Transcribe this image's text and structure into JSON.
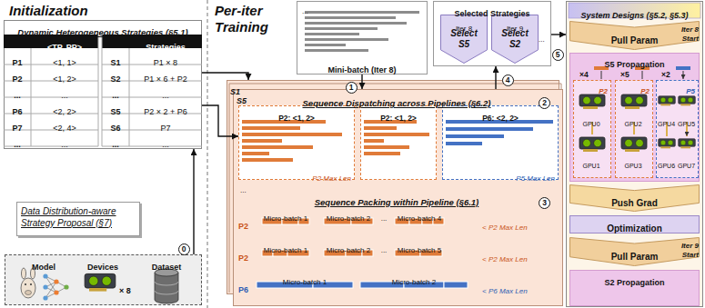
{
  "diagram": {
    "nodes": [
      {
        "text": [
          "Dynamic Heterogeneous Strategies (§5.1)"
        ]
      },
      {
        "text": [
          "Data Distribution-aware Strategy Proposal (§7)"
        ]
      },
      {
        "text": [
          "Model",
          "Devices",
          "Dataset",
          "× 8"
        ]
      },
      {
        "text": [
          "...",
          "Mini-batch (Iter 8)"
        ]
      },
      {
        "text": [
          "Selected Strategies",
          "..."
        ]
      },
      {
        "text": [
          "Iter 8",
          "Select S5"
        ],
        "in": 4
      },
      {
        "text": [
          "Iter 9",
          "Select S2"
        ],
        "in": 4
      },
      {
        "text": [
          "S1"
        ]
      },
      {
        "text": [
          "S5",
          "Sequence Dispatching across Pipelines (§6.2)",
          "Sequence Packing within Pipeline (§6.1)"
        ]
      },
      {
        "text": [
          "P2: <1, 2>",
          "P2 Max Len"
        ],
        "in": 8
      },
      {
        "text": [
          "P2: <1, 2>"
        ],
        "in": 8
      },
      {
        "text": [
          "P6: <2, 2>",
          "P5 Max Len"
        ],
        "in": 8
      },
      {
        "text": [
          "System Designs (§5.2, §5.3)"
        ]
      },
      {
        "text": [
          "Pull Param"
        ],
        "in": 12
      },
      {
        "text": [
          "S5 Propagation"
        ],
        "in": 12
      },
      {
        "text": [
          "P2",
          "GPU0",
          "GPU1"
        ],
        "in": 14
      },
      {
        "text": [
          "P2",
          "GPU2",
          "GPU3"
        ],
        "in": 14
      },
      {
        "text": [
          "P5",
          "GPU4",
          "GPU5",
          "GPU6",
          "GPU7"
        ],
        "in": 14
      },
      {
        "text": [
          "Push Grad"
        ],
        "in": 12
      },
      {
        "text": [
          "Optimization"
        ],
        "in": 12
      },
      {
        "text": [
          "Pull Param"
        ],
        "in": 12
      },
      {
        "text": [
          "S2 Propagation"
        ],
        "in": 12
      }
    ],
    "edges": [
      {
        "from": 2,
        "to": 0,
        "arrow": "to",
        "label": "0"
      },
      {
        "from": 0,
        "to": 7,
        "arrow": "to"
      },
      {
        "from": 0,
        "to": 9,
        "arrow": "to"
      },
      {
        "from": 3,
        "to": 8,
        "arrow": "to",
        "label": "1"
      },
      {
        "from": 8,
        "to": 4,
        "arrow": "to",
        "label": "4"
      },
      {
        "from": 4,
        "to": 12,
        "arrow": "to",
        "label": "5"
      }
    ],
    "labels": [
      "Initialization",
      "Per-iter Training",
      "<TP, PP>",
      "Strategies",
      "P1",
      "<1, 1>",
      "S1",
      "P1 × 8",
      "P2",
      "<1, 2>",
      "S2",
      "P1 × 6 + P2",
      "...",
      "...",
      "...",
      "...",
      "P6",
      "<2, 2>",
      "S5",
      "P2 × 2 + P6",
      "P7",
      "<2, 4>",
      "S6",
      "P7",
      "...",
      "...",
      "...",
      "...",
      "2",
      "3",
      "...",
      "P2",
      "Micro-batch 1",
      "Micro-batch 2",
      "...",
      "Micro-batch 4",
      "< P2 Max Len",
      "P2",
      "Micro-batch 1",
      "Micro-batch 2",
      "...",
      "Micro-batch 5",
      "< P2 Max Len",
      "P6",
      "Micro-batch 1",
      "Micro-batch 2",
      "< P6 Max Len",
      "Iter 8 Start",
      "×4",
      "×5",
      "×2",
      "Iter 9 Start"
    ]
  }
}
